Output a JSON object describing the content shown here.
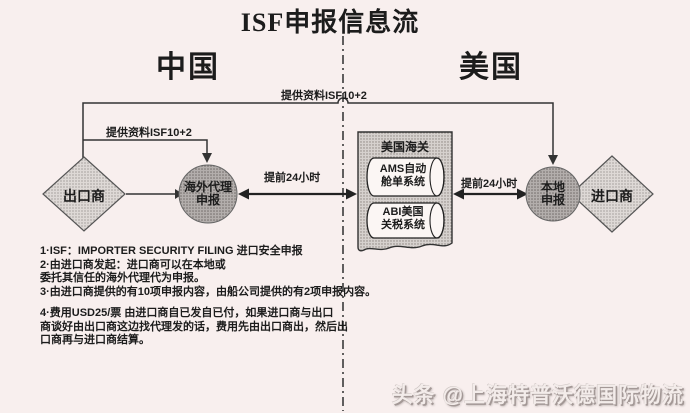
{
  "title": "ISF申报信息流",
  "regions": {
    "left": "中国",
    "right": "美国"
  },
  "flow_labels": {
    "top_feedback": "提供资料ISF10+2",
    "left_feedback": "提供资料ISF10+2",
    "left_advance": "提前24小时",
    "right_advance": "提前24小时"
  },
  "nodes": {
    "exporter": {
      "label": "出口商"
    },
    "overseas_agent": {
      "line1": "海外代理",
      "line2": "申报"
    },
    "us_customs": {
      "title": "美国海关",
      "systems": [
        {
          "line1": "AMS自动",
          "line2": "舱单系统"
        },
        {
          "line1": "ABI美国",
          "line2": "关税系统"
        }
      ]
    },
    "local_filing": {
      "line1": "本地",
      "line2": "申报"
    },
    "importer": {
      "label": "进口商"
    }
  },
  "notes": {
    "lines": [
      "1·ISF：IMPORTER SECURITY FILING 进口安全申报",
      "2·由进口商发起：进口商可以在本地或",
      "委托其信任的海外代理代为申报。",
      "3·由进口商提供的有10项申报内容，由船公司提供的有2项申报内容。",
      "4·费用USD25/票 由进口商自已发自已付，如果进口商与出口",
      "商谈好由出口商这边找代理发的话，费用先由出口商出，然后出",
      "口商再与进口商结算。"
    ]
  },
  "watermark": "头条 @上海特普沃德国际物流",
  "colors": {
    "background": "#f8efee",
    "line": "#333333",
    "diamond_fill": "#ded9d6",
    "circle_fill": "#b3aeac",
    "customs_box_fill": "#d6d1ce",
    "cylinder_fill": "#fbf6f4",
    "watermark": "#f3ecea"
  }
}
